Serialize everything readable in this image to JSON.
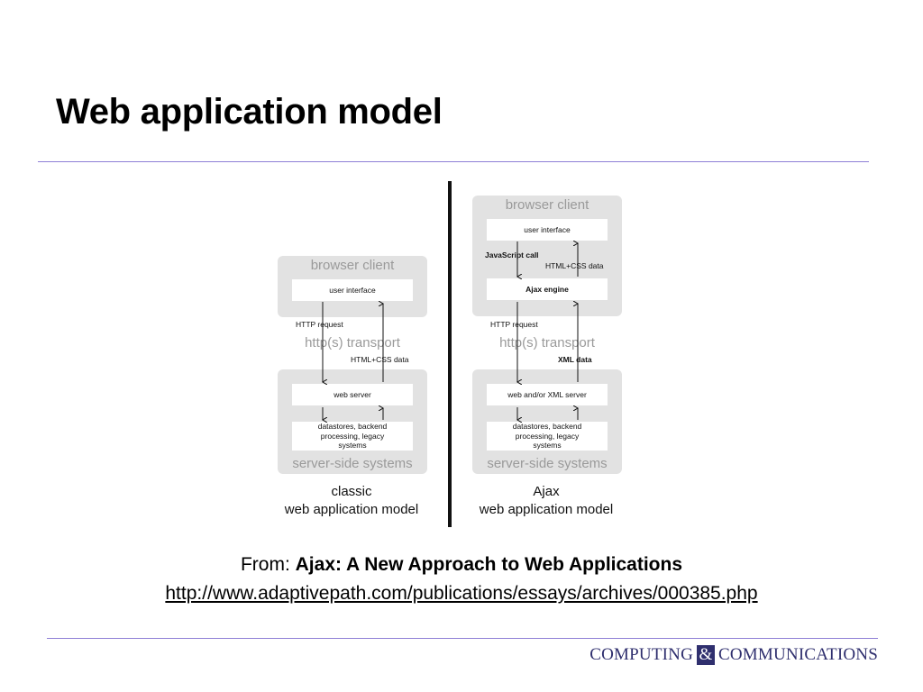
{
  "slide": {
    "title": "Web application model"
  },
  "diagram": {
    "classic": {
      "browser_client": "browser client",
      "user_interface": "user interface",
      "http_request": "HTTP request",
      "transport": "http(s) transport",
      "html_css_data": "HTML+CSS data",
      "web_server": "web server",
      "datastores": "datastores, backend processing, legacy systems",
      "server_side": "server-side systems",
      "caption_line1": "classic",
      "caption_line2": "web application model"
    },
    "ajax": {
      "browser_client": "browser client",
      "user_interface": "user interface",
      "javascript_call": "JavaScript call",
      "html_css_data": "HTML+CSS data",
      "ajax_engine": "Ajax engine",
      "http_request": "HTTP request",
      "transport": "http(s) transport",
      "xml_data": "XML data",
      "web_server": "web and/or XML server",
      "datastores": "datastores, backend processing, legacy systems",
      "server_side": "server-side systems",
      "caption_line1": "Ajax",
      "caption_line2": "web application model"
    }
  },
  "source": {
    "from_prefix": "From: ",
    "article_title": "Ajax: A New Approach to Web Applications",
    "url": "http://www.adaptivepath.com/publications/essays/archives/000385.php"
  },
  "footer": {
    "logo_left": "COMPUTING",
    "logo_amp": "&",
    "logo_right": "COMMUNICATIONS"
  }
}
